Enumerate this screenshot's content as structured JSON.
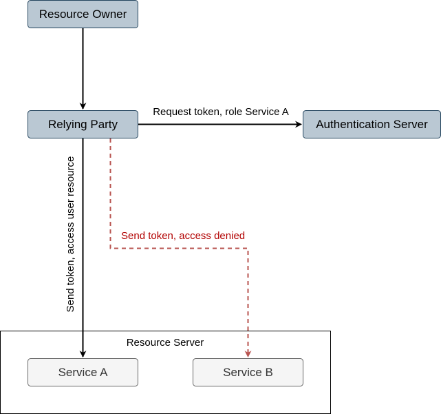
{
  "nodes": {
    "resource_owner": "Resource Owner",
    "relying_party": "Relying Party",
    "auth_server": "Authentication Server",
    "resource_server": "Resource Server",
    "service_a": "Service A",
    "service_b": "Service B"
  },
  "edges": {
    "request_token": "Request token, role Service A",
    "access_resource": "Send token, access user resource",
    "access_denied": "Send token, access denied"
  },
  "colors": {
    "node_fill": "#bac8d3",
    "node_stroke": "#23445d",
    "service_fill": "#f5f5f5",
    "service_stroke": "#666666",
    "denied_line": "#b85450",
    "denied_text": "#b20000"
  }
}
